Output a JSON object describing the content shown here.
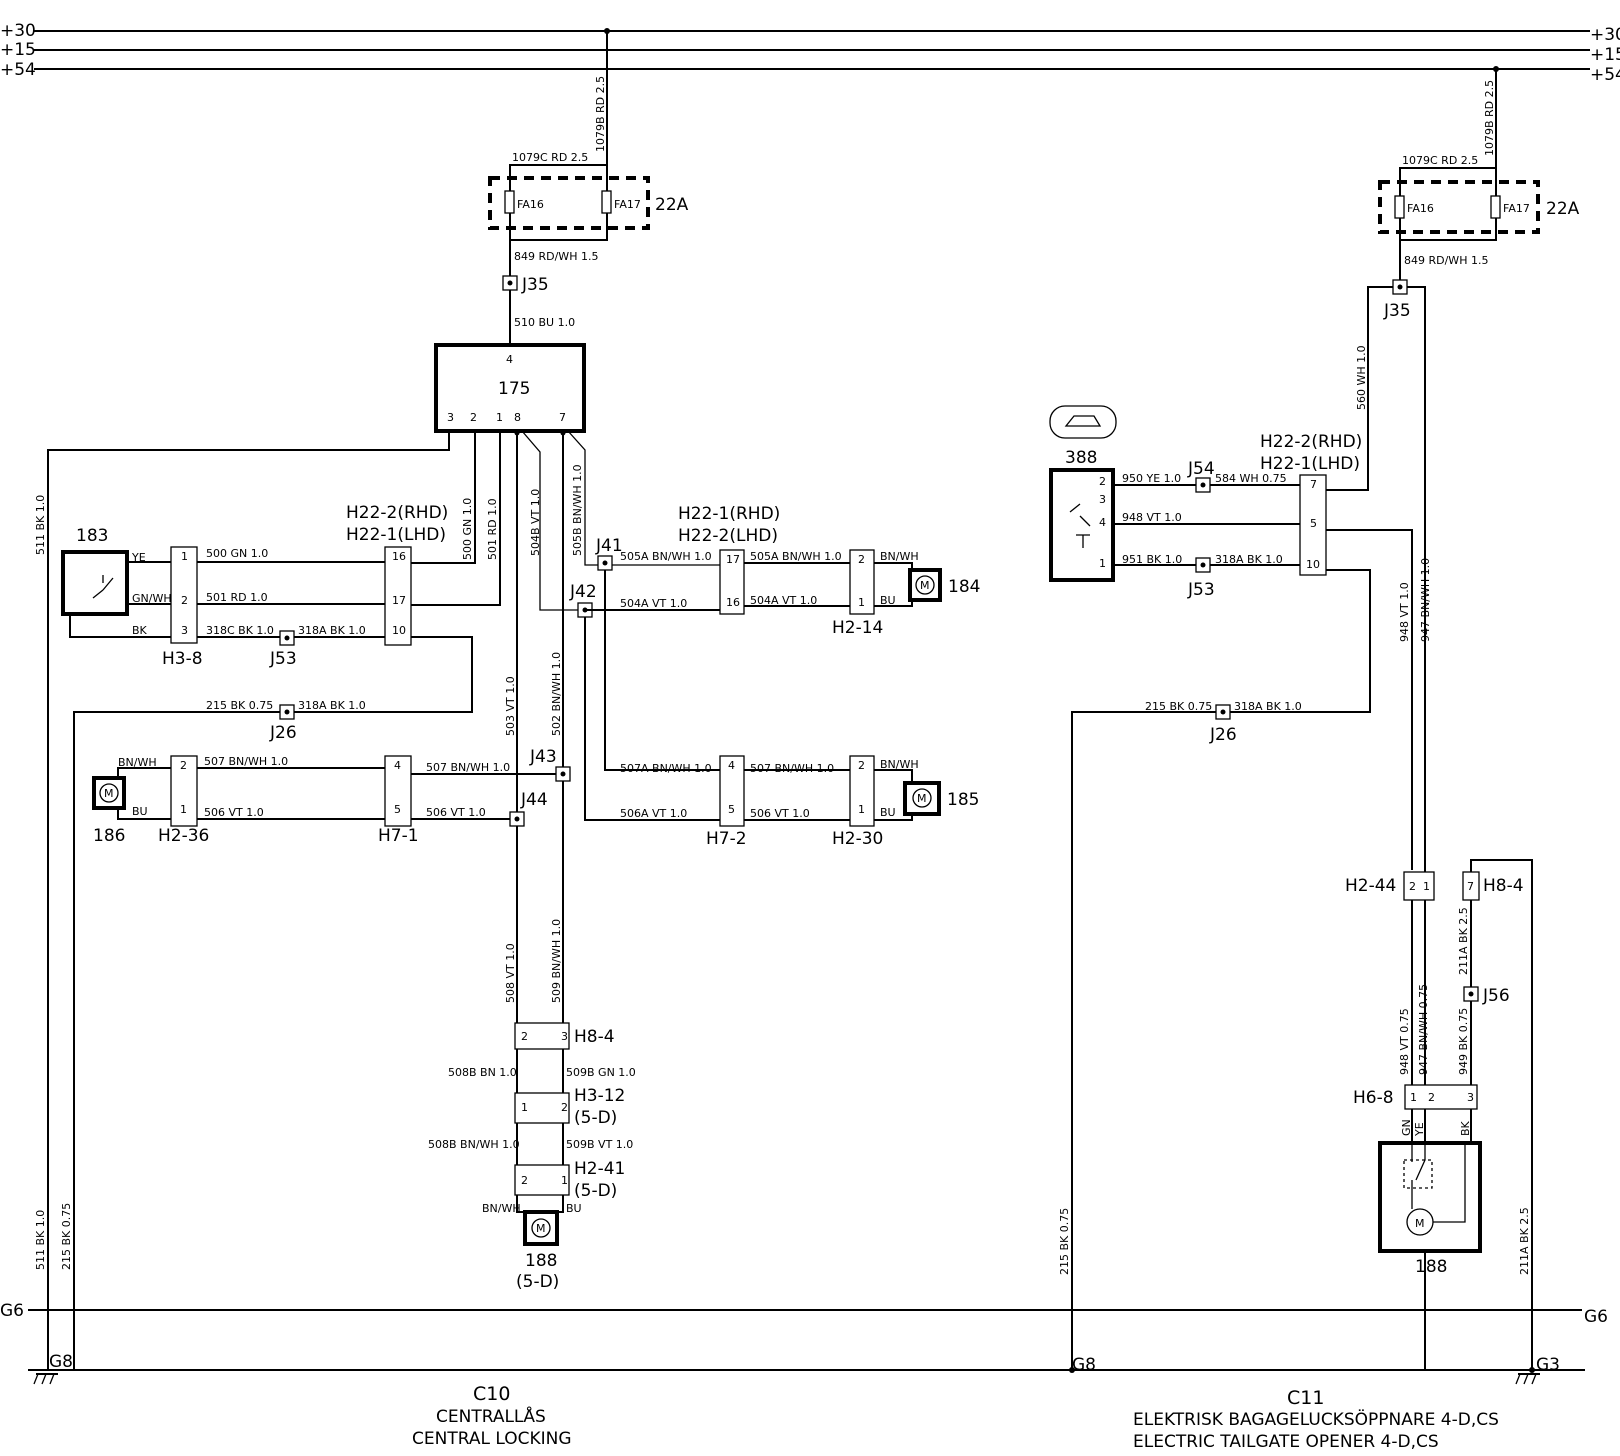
{
  "rails": {
    "r30": "+30",
    "r15": "+15",
    "r54": "+54",
    "g6": "G6",
    "g8": "G8",
    "g3": "G3"
  },
  "c10": {
    "fuse_box": "22A",
    "fa16": "FA16",
    "fa17": "FA17",
    "w1079c": "1079C RD 2.5",
    "w1079b": "1079B RD 2.5",
    "w849": "849 RD/WH 1.5",
    "j35": "J35",
    "w510": "510 BU 1.0",
    "ecu": {
      "id": "175",
      "p4": "4",
      "p3": "3",
      "p2": "2",
      "p1": "1",
      "p8": "8",
      "p7": "7"
    },
    "w511": "511 BK 1.0",
    "w500": "500 GN 1.0",
    "w501": "501 RD 1.0",
    "w504b": "504B VT 1.0",
    "w505b": "505B BN/WH 1.0",
    "h22a_1": "H22-2(RHD)",
    "h22a_2": "H22-1(LHD)",
    "h22b_1": "H22-1(RHD)",
    "h22b_2": "H22-2(LHD)",
    "c183": "183",
    "ye": "YE",
    "gnwh": "GN/WH",
    "bk": "BK",
    "w500b": "500 GN 1.0",
    "w501b": "501 RD 1.0",
    "w318c": "318C BK 1.0",
    "w318a": "318A BK 1.0",
    "h3_8": "H3-8",
    "j53": "J53",
    "j41": "J41",
    "j42": "J42",
    "j26": "J26",
    "j43": "J43",
    "j44": "J44",
    "w505a": "505A BN/WH 1.0",
    "w505a2": "505A BN/WH 1.0",
    "w504a": "504A VT 1.0",
    "w504a2": "504A VT 1.0",
    "bnwh": "BN/WH",
    "bu": "BU",
    "c184": "184",
    "h2_14": "H2-14",
    "w215": "215 BK 0.75",
    "w318a2": "318A BK 1.0",
    "w503": "503 VT 1.0",
    "w502": "502 BN/WH 1.0",
    "w507": "507 BN/WH 1.0",
    "w507b": "507 BN/WH 1.0",
    "w506": "506 VT 1.0",
    "w506b": "506 VT 1.0",
    "w507a": "507A BN/WH 1.0",
    "w507c": "507 BN/WH 1.0",
    "w506a": "506A VT 1.0",
    "w506c": "506 VT 1.0",
    "c186": "186",
    "h2_36": "H2-36",
    "h7_1": "H7-1",
    "h7_2": "H7-2",
    "h2_30": "H2-30",
    "c185": "185",
    "w508": "508 VT 1.0",
    "w509": "509 BN/WH 1.0",
    "h8_4": "H8-4",
    "w508b": "508B BN 1.0",
    "w509b": "509B GN 1.0",
    "h3_12": "H3-12",
    "sub5d": "(5-D)",
    "w508bb": "508B BN/WH 1.0",
    "w509bb": "509B VT 1.0",
    "h2_41": "H2-41",
    "sub5d2": "(5-D)",
    "c188": "188",
    "c188b": "(5-D)",
    "w511b": "511 BK 1.0",
    "w215b": "215 BK 0.75",
    "code": "C10",
    "title_sv": "CENTRALLÅS",
    "title_en": "CENTRAL LOCKING"
  },
  "c11": {
    "fuse_box": "22A",
    "fa16": "FA16",
    "fa17": "FA17",
    "w1079c": "1079C RD 2.5",
    "w1079b": "1079B RD 2.5",
    "w849": "849 RD/WH 1.5",
    "j35": "J35",
    "w560": "560 WH 1.0",
    "c388": "388",
    "h22_1": "H22-2(RHD)",
    "h22_2": "H22-1(LHD)",
    "j54": "J54",
    "w950": "950 YE 1.0",
    "w584": "584 WH 0.75",
    "w948": "948 VT 1.0",
    "w951": "951 BK 1.0",
    "w318a": "318A BK 1.0",
    "j53": "J53",
    "w948v": "948 VT 1.0",
    "w947v": "947 BN/WH 1.0",
    "w215": "215 BK 0.75",
    "w318a2": "318A BK 1.0",
    "j26": "J26",
    "h2_44": "H2-44",
    "h8_4": "H8-4",
    "w211a": "211A BK 2.5",
    "j56": "J56",
    "w948b": "948 VT 0.75",
    "w947b": "947 BN/WH 0.75",
    "w949": "949 BK 0.75",
    "h6_8": "H6-8",
    "gn": "GN",
    "ye": "YE",
    "bk": "BK",
    "c188": "188",
    "w215v": "215 BK 0.75",
    "w211av": "211A BK 2.5",
    "code": "C11",
    "title_sv": "ELEKTRISK BAGAGELUCKSÖPPNARE 4-D,CS",
    "title_en": "ELECTRIC TAILGATE OPENER 4-D,CS"
  }
}
